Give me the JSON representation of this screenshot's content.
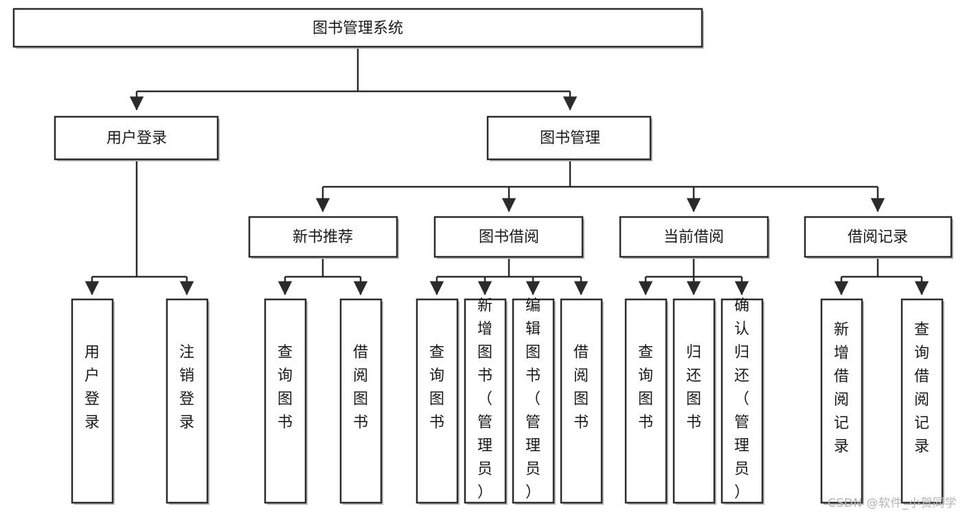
{
  "diagram": {
    "type": "tree-flowchart",
    "title": "图书管理系统",
    "orientation": "top-down",
    "colors": {
      "box_stroke": "#2b2b2b",
      "box_fill": "#ffffff",
      "edge": "#2b2b2b",
      "text": "#1a1a1a",
      "watermark": "#b4b4b4"
    },
    "levels": {
      "level1": [
        {
          "id": "root",
          "label": "图书管理系统",
          "orientation": "horizontal"
        }
      ],
      "level2": [
        {
          "id": "user-login",
          "label": "用户登录",
          "orientation": "horizontal",
          "parent": "root"
        },
        {
          "id": "book-manage",
          "label": "图书管理",
          "orientation": "horizontal",
          "parent": "root"
        }
      ],
      "level3": [
        {
          "id": "new-book-rec",
          "label": "新书推荐",
          "orientation": "horizontal",
          "parent": "book-manage"
        },
        {
          "id": "book-borrow",
          "label": "图书借阅",
          "orientation": "horizontal",
          "parent": "book-manage"
        },
        {
          "id": "current-borrow",
          "label": "当前借阅",
          "orientation": "horizontal",
          "parent": "book-manage"
        },
        {
          "id": "borrow-record",
          "label": "借阅记录",
          "orientation": "horizontal",
          "parent": "book-manage"
        }
      ],
      "level4": [
        {
          "id": "leaf-user-login",
          "label": "用户登录",
          "orientation": "vertical",
          "parent": "user-login"
        },
        {
          "id": "leaf-logout",
          "label": "注销登录",
          "orientation": "vertical",
          "parent": "user-login"
        },
        {
          "id": "leaf-query-book-1",
          "label": "查询图书",
          "orientation": "vertical",
          "parent": "new-book-rec"
        },
        {
          "id": "leaf-borrow-book-1",
          "label": "借阅图书",
          "orientation": "vertical",
          "parent": "new-book-rec"
        },
        {
          "id": "leaf-query-book-2",
          "label": "查询图书",
          "orientation": "vertical",
          "parent": "book-borrow"
        },
        {
          "id": "leaf-add-book",
          "label": "新增图书（管理员）",
          "orientation": "vertical",
          "parent": "book-borrow"
        },
        {
          "id": "leaf-edit-book",
          "label": "编辑图书（管理员）",
          "orientation": "vertical",
          "parent": "book-borrow"
        },
        {
          "id": "leaf-borrow-book-2",
          "label": "借阅图书",
          "orientation": "vertical",
          "parent": "book-borrow"
        },
        {
          "id": "leaf-query-book-3",
          "label": "查询图书",
          "orientation": "vertical",
          "parent": "current-borrow"
        },
        {
          "id": "leaf-return-book",
          "label": "归还图书",
          "orientation": "vertical",
          "parent": "current-borrow"
        },
        {
          "id": "leaf-confirm-return",
          "label": "确认归还（管理员）",
          "orientation": "vertical",
          "parent": "current-borrow"
        },
        {
          "id": "leaf-add-record",
          "label": "新增借阅记录",
          "orientation": "vertical",
          "parent": "borrow-record"
        },
        {
          "id": "leaf-query-record",
          "label": "查询借阅记录",
          "orientation": "vertical",
          "parent": "borrow-record"
        }
      ]
    }
  },
  "watermark": {
    "text": "CSDN @软件_小贺同学"
  }
}
